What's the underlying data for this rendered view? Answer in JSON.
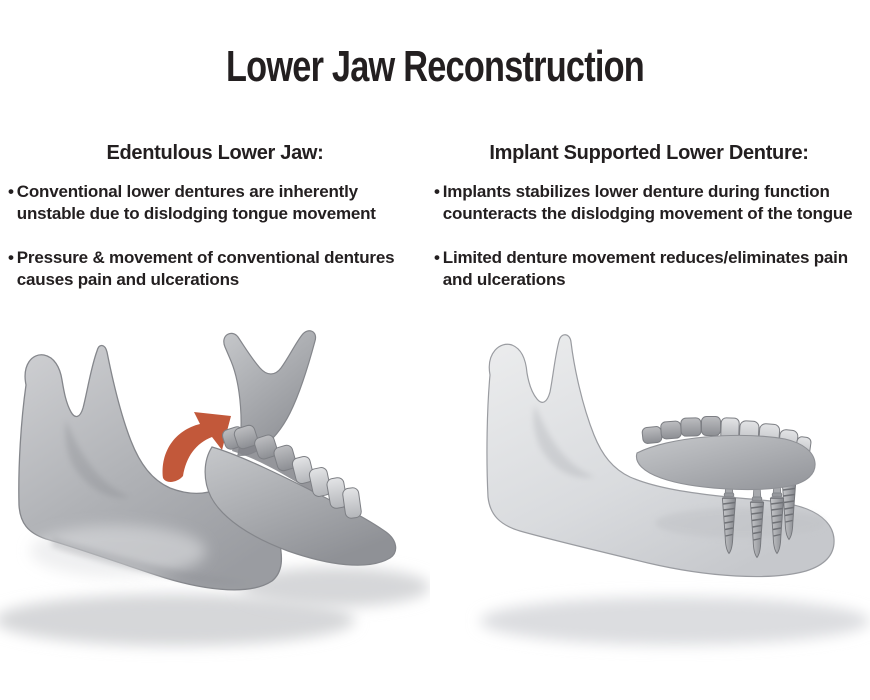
{
  "page": {
    "title": "Lower Jaw Reconstruction",
    "bullet_char": "•"
  },
  "columns": {
    "left": {
      "heading": "Edentulous Lower Jaw:",
      "bullets": [
        "Conventional lower dentures are inherently unstable due to dislodging tongue movement",
        "Pressure & movement of conventional dentures causes pain and ulcerations"
      ]
    },
    "right": {
      "heading": "Implant Supported Lower Denture:",
      "bullets": [
        "Implants stabilizes lower denture during function counteracts the dislodging movement of the tongue",
        "Limited denture movement reduces/eliminates pain and ulcerations"
      ]
    }
  },
  "illustrations": {
    "left": {
      "description": "edentulous lower jaw with unstable denture lifting away, dislodging arrow",
      "arrow_direction": "up-right"
    },
    "right": {
      "description": "implant supported lower denture floating above jaw with implant posts",
      "implant_count": 4
    }
  },
  "colors": {
    "background": "#ffffff",
    "text": "#231f20",
    "arrow": "#c2583a",
    "jaw_gray": "#b4b6ba",
    "jaw_light_gray": "#d9dbde"
  }
}
